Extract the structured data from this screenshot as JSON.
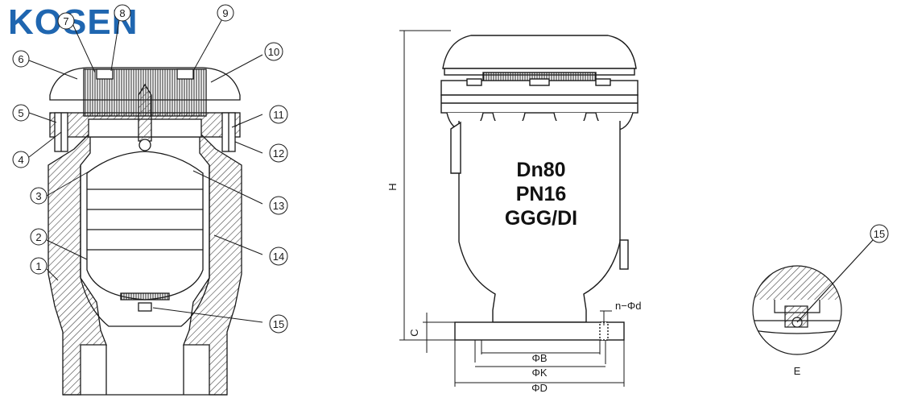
{
  "brand": {
    "logo": "KOSEN",
    "color": "#1f66b0"
  },
  "callouts": [
    "1",
    "2",
    "3",
    "4",
    "5",
    "6",
    "7",
    "8",
    "9",
    "10",
    "11",
    "12",
    "13",
    "14",
    "15"
  ],
  "body_marking": {
    "line1": "Dn80",
    "line2": "PN16",
    "line3": "GGG/DI"
  },
  "dimensions": {
    "height": "H",
    "flange_thickness": "C",
    "bolt_holes": "n−Φd",
    "diameter_b": "ΦB",
    "diameter_k": "ΦK",
    "diameter_d": "ΦD"
  },
  "detail": {
    "label": "E",
    "callout": "15"
  },
  "colors": {
    "line": "#1a1a1a",
    "hatch": "#444444",
    "fill": "#ffffff",
    "light": "#f3f3f3"
  }
}
